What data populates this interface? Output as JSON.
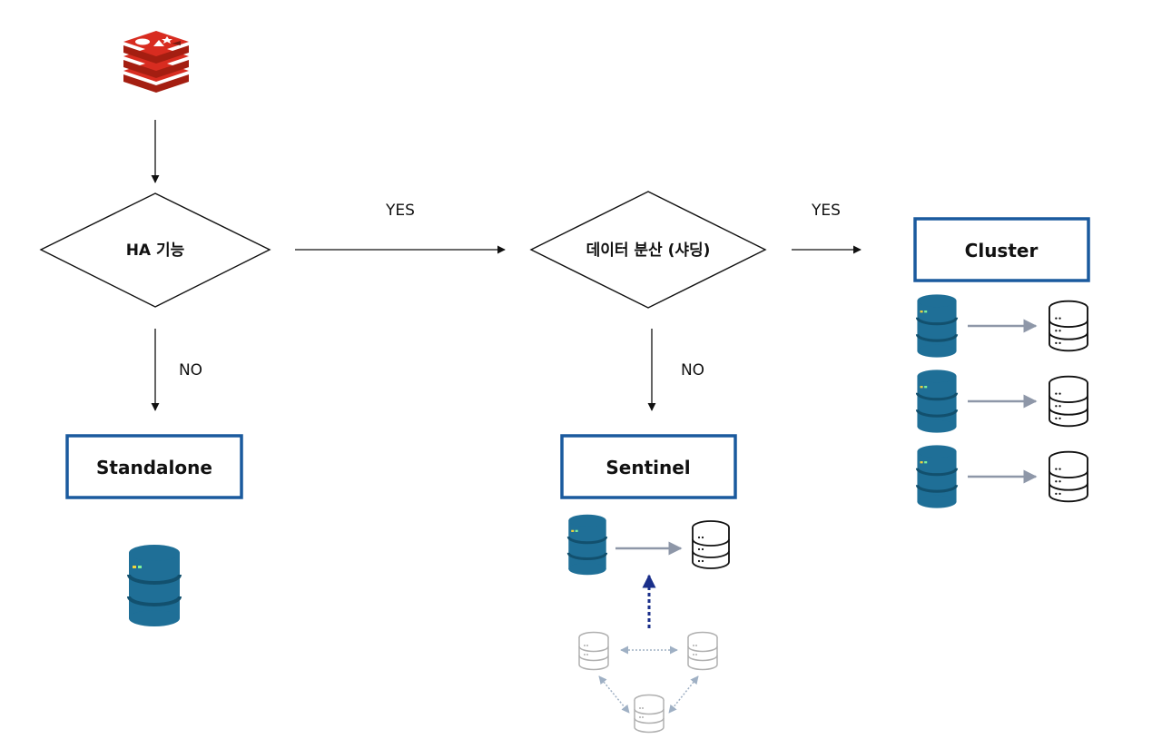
{
  "logo": {
    "name": "redis-logo-icon",
    "color": "#d82c20"
  },
  "decisions": {
    "ha": {
      "label": "HA 기능"
    },
    "sharding": {
      "label": "데이터 분산 (샤딩)"
    }
  },
  "edge_labels": {
    "ha_yes": "YES",
    "ha_no": "NO",
    "shard_yes": "YES",
    "shard_no": "NO"
  },
  "outcomes": {
    "standalone": {
      "label": "Standalone"
    },
    "sentinel": {
      "label": "Sentinel"
    },
    "cluster": {
      "label": "Cluster"
    }
  },
  "colors": {
    "box_border": "#1a5a9e",
    "db_fill": "#1f6f97",
    "db_dark": "#12506e",
    "replica_stroke": "#111111",
    "sentinel_stroke": "#b0b0b0",
    "replication_arrow": "#8e97a8",
    "failover_arrow": "#1a2f8a"
  }
}
